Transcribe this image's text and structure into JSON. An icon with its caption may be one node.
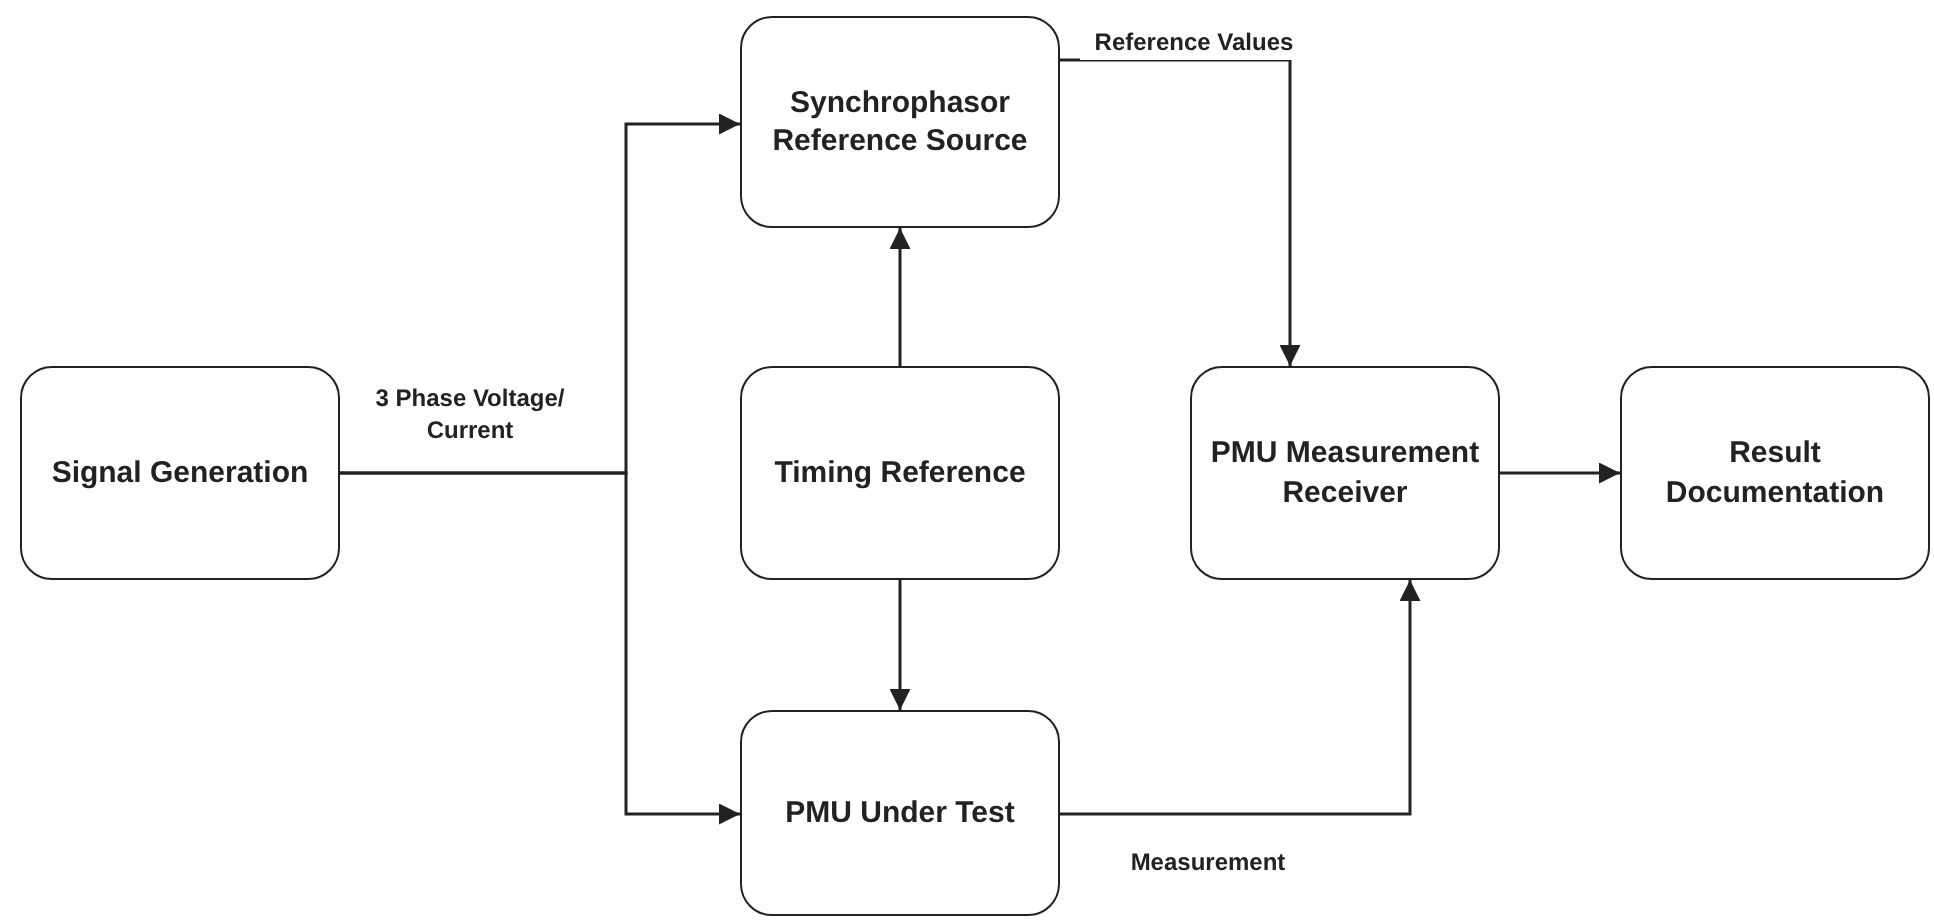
{
  "diagram": {
    "nodes": [
      {
        "text": [
          "Synchrophasor Reference Source"
        ]
      },
      {
        "text": [
          "Signal Generation"
        ]
      },
      {
        "text": [
          "Timing Reference"
        ]
      },
      {
        "text": [
          "PMU Measurement Receiver"
        ]
      },
      {
        "text": [
          "Result Documentation"
        ]
      },
      {
        "text": [
          "PMU Under Test"
        ]
      }
    ],
    "edges": [
      {
        "from": 1,
        "to": 0,
        "arrow": "to",
        "label": "3 Phase Voltage/ Current"
      },
      {
        "from": 1,
        "to": 5,
        "arrow": "to"
      },
      {
        "from": 2,
        "to": 0,
        "arrow": "to"
      },
      {
        "from": 2,
        "to": 5,
        "arrow": "to"
      },
      {
        "from": 0,
        "to": 3,
        "arrow": "to",
        "label": "Reference Values"
      },
      {
        "from": 5,
        "to": 3,
        "arrow": "to",
        "label": "Measurement"
      },
      {
        "from": 3,
        "to": 4,
        "arrow": "to"
      }
    ]
  }
}
